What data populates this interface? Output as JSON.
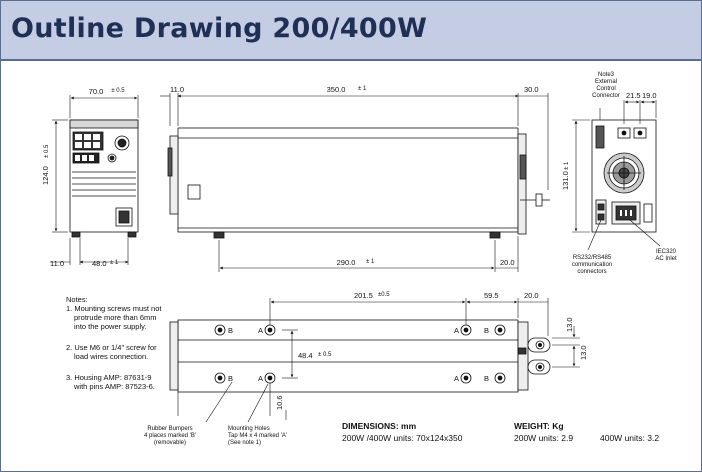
{
  "title": "Outline Drawing 200/400W",
  "dims": {
    "front_width": "70.0",
    "front_width_tol": "± 0.5",
    "front_height": "124.0",
    "front_height_tol": "± 0.5",
    "front_bottom_left": "11.0",
    "front_bottom_mid": "48.0",
    "front_bottom_mid_tol": "± 1",
    "side_left": "11.0",
    "side_length": "350.0",
    "side_length_tol": "± 1",
    "side_right": "30.0",
    "side_bottom": "290.0",
    "side_bottom_tol": "± 1",
    "side_bottom_right": "20.0",
    "rear_a": "21.5",
    "rear_b": "19.0",
    "rear_height": "131.0",
    "rear_height_tol": "± 1",
    "bottom_top": "201.5",
    "bottom_top_tol": "±0.5",
    "bottom_right": "59.5",
    "bottom_far_right": "20.0",
    "bottom_spacing": "48.4",
    "bottom_spacing_tol": "± 0.5",
    "bottom_edge": "10.6",
    "bottom_side_a": "13.0",
    "bottom_side_b": "13.0"
  },
  "rear_labels": {
    "note3": [
      "Note3",
      "External",
      "Control",
      "Connector"
    ],
    "rs232": [
      "RS232/RS485",
      "communication",
      "connectors"
    ],
    "iec": [
      "IEC320",
      "AC Inlet"
    ]
  },
  "hole_labels": {
    "a": "A",
    "b": "B"
  },
  "notes": {
    "heading": "Notes:",
    "n1": [
      "1. Mounting screws must not",
      "protrude more than 6mm",
      "into the power supply."
    ],
    "n2": [
      "2. Use M6 or 1/4\" screw for",
      "load wires connection."
    ],
    "n3": [
      "3. Housing AMP: 87631-9",
      "with pins AMP: 87523-6."
    ]
  },
  "callouts": {
    "bumpers": [
      "Rubber Bumpers",
      "4 places marked 'B'",
      "(removable)"
    ],
    "holes": [
      "Mounting Holes",
      "Tap M4 x 4 marked 'A'",
      "(See note 1)"
    ]
  },
  "dimensions": {
    "title": "DIMENSIONS: mm",
    "text": "200W /400W units: 70x124x350"
  },
  "weight": {
    "title": "WEIGHT: Kg",
    "w200": "200W units: 2.9",
    "w400": "400W units: 3.2"
  }
}
